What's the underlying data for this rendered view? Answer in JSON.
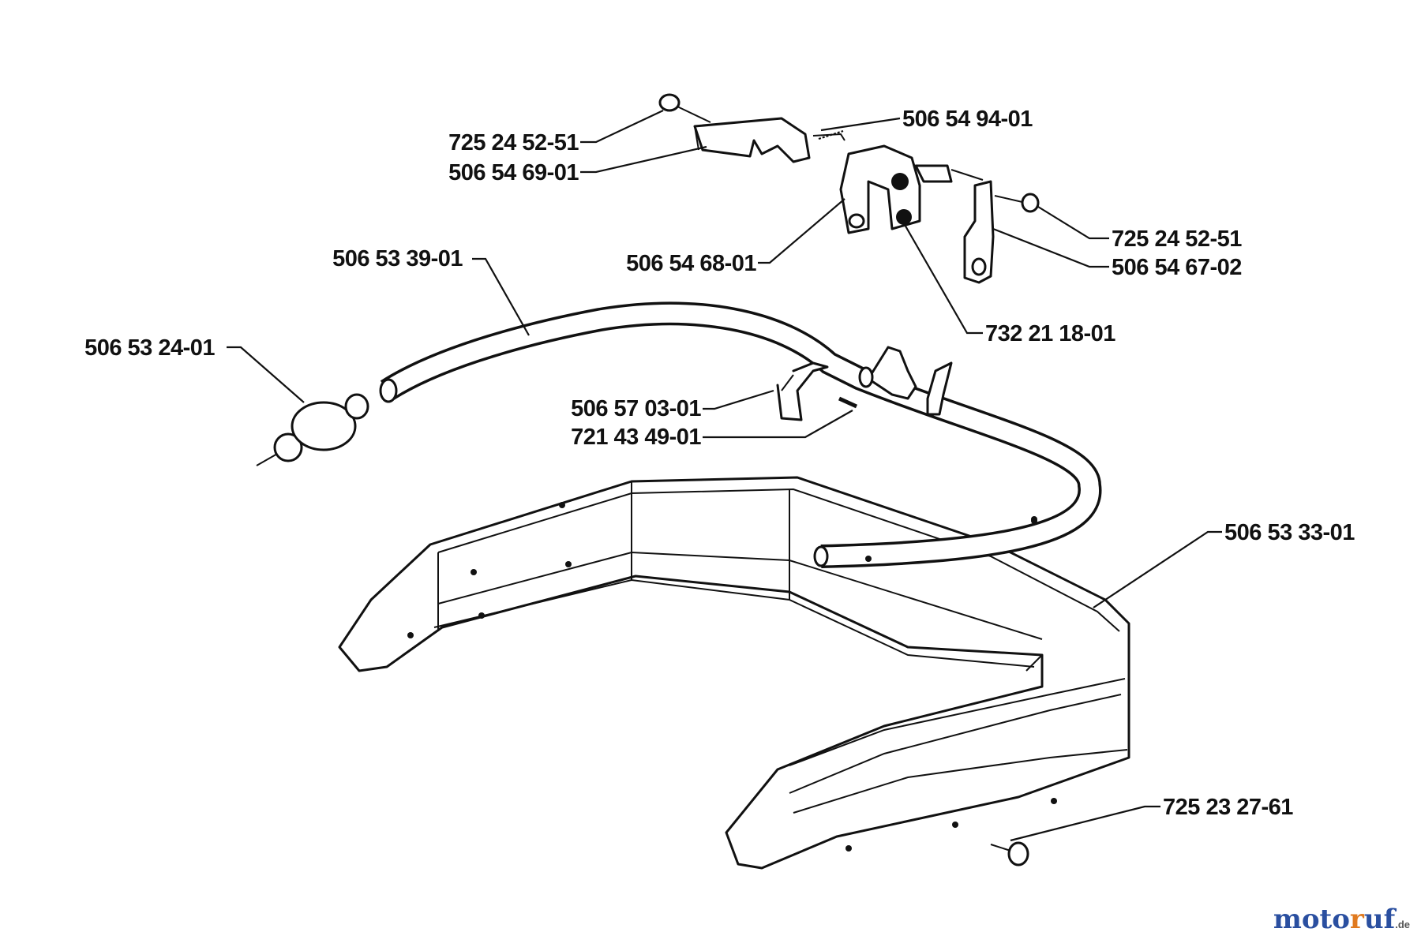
{
  "labels": [
    {
      "id": "p1",
      "text": "725 24 52-51"
    },
    {
      "id": "p2",
      "text": "506 54 69-01"
    },
    {
      "id": "p3",
      "text": "506 54 94-01"
    },
    {
      "id": "p4",
      "text": "506 54 68-01"
    },
    {
      "id": "p5",
      "text": "725 24 52-51"
    },
    {
      "id": "p6",
      "text": "506 54 67-02"
    },
    {
      "id": "p7",
      "text": "732 21 18-01"
    },
    {
      "id": "p8",
      "text": "506 53 39-01"
    },
    {
      "id": "p9",
      "text": "506 53 24-01"
    },
    {
      "id": "p10",
      "text": "506 57 03-01"
    },
    {
      "id": "p11",
      "text": "721 43 49-01"
    },
    {
      "id": "p12",
      "text": "506 53 33-01"
    },
    {
      "id": "p13",
      "text": "725 23 27-61"
    }
  ],
  "watermark": {
    "part1": "moto",
    "part2": "r",
    "part3": "uf",
    "suffix": ".de"
  },
  "colors": {
    "ink": "#111111",
    "watermark_blue": "#2a4fa0",
    "watermark_orange": "#e07a1f"
  }
}
